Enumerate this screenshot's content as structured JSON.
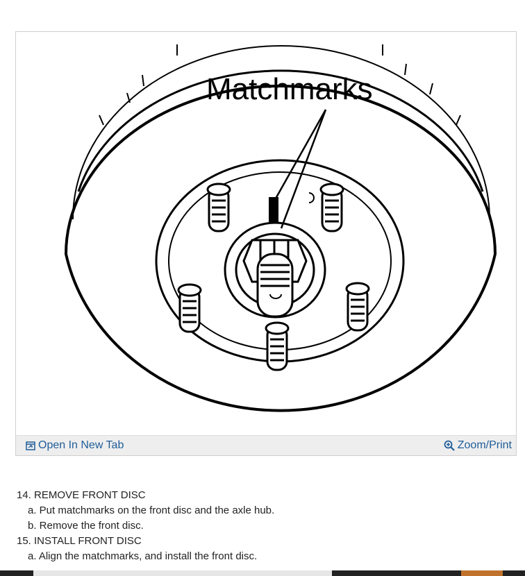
{
  "figure": {
    "callout_label": "Matchmarks",
    "toolbar": {
      "open_tab_label": "Open In New Tab",
      "open_tab_icon": "open-in-new-tab-icon",
      "zoom_label": "Zoom/Print",
      "zoom_icon": "magnifier-icon"
    }
  },
  "steps": [
    {
      "title": "14. REMOVE FRONT DISC",
      "items": [
        "a. Put matchmarks on the front disc and the axle hub.",
        "b. Remove the front disc."
      ]
    },
    {
      "title": "15. INSTALL FRONT DISC",
      "items": [
        "a. Align the matchmarks, and install the front disc."
      ]
    }
  ],
  "colors": {
    "link": "#1f5d99",
    "toolbar_bg": "#eeeeee",
    "bottom_bar_dark": "#222222",
    "bottom_bar_light": "#e6e6e6",
    "bottom_bar_accent": "#c0722c"
  }
}
